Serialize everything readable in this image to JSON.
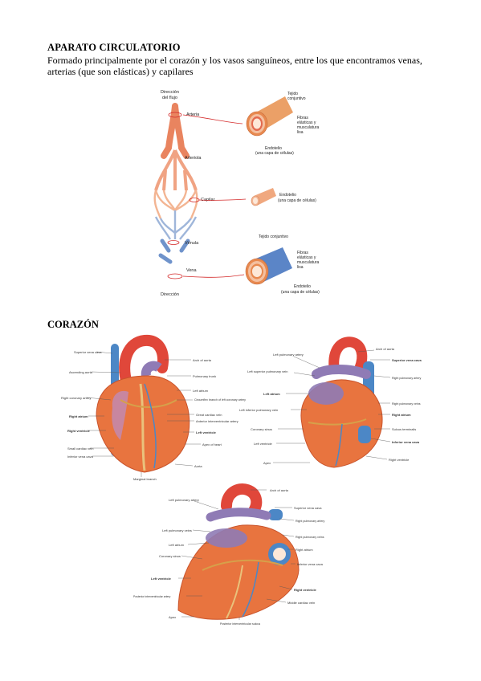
{
  "section1": {
    "title": "APARATO CIRCULATORIO",
    "intro": "Formado principalmente por el corazón y los vasos sanguíneos, entre los que encontramos venas, arterias (que son elásticas) y capilares"
  },
  "vessels_figure": {
    "flow_label_1": "Dirección",
    "flow_label_2": "del flujo",
    "arteria": "Arteria",
    "arteriola": "Arteriola",
    "capilar": "Capilar",
    "venula": "Vénula",
    "vena": "Vena",
    "direccion": "Dirección",
    "artery_tejido_1": "Tejido",
    "artery_tejido_2": "conjuntivo",
    "artery_fibras_1": "Fibras",
    "artery_fibras_2": "elásticas y",
    "artery_fibras_3": "musculatura",
    "artery_fibras_4": "lisa",
    "artery_endo_1": "Endotelio",
    "artery_endo_2": "(una capa de células)",
    "cap_endo_1": "Endotelio",
    "cap_endo_2": "(una capa de células)",
    "vein_tejido": "Tejido conjuntivo",
    "vein_fibras_1": "Fibras",
    "vein_fibras_2": "elásticas y",
    "vein_fibras_3": "musculatura",
    "vein_fibras_4": "lisa",
    "vein_endo_1": "Endotelio",
    "vein_endo_2": "(una capa de células)"
  },
  "section2": {
    "title": "CORAZÓN"
  },
  "heart_front": {
    "l1": "Superior vena cava",
    "l2": "Ascending aorta",
    "l3": "Right coronary artery",
    "l4": "Right atrium",
    "l5": "Right ventricle",
    "l6": "Small cardiac vein",
    "l7": "Inferior vena cava",
    "r1": "Arch of aorta",
    "r2": "Pulmonary trunk",
    "r3": "Left atrium",
    "r4": "Circumflex branch of left coronary artery",
    "r5": "Great cardiac vein",
    "r6": "Anterior interventricular artery",
    "r7": "Left ventricle",
    "r8": "Apex of heart",
    "r9": "Aorta",
    "bottom": "Marginal branch"
  },
  "heart_back": {
    "l1": "Left pulmonary artery",
    "l2": "Left superior pulmonary vein",
    "l3": "Left atrium",
    "l4": "Left inferior pulmonary vein",
    "l5": "Coronary sinus",
    "l6": "Left ventricle",
    "l7": "Apex",
    "r1": "Arch of aorta",
    "r2": "Superior vena cava",
    "r3": "Right pulmonary artery",
    "r4": "Right pulmonary veins",
    "r5": "Right atrium",
    "r6": "Sulcus terminalis",
    "r7": "Inferior vena cava",
    "r8": "Right ventricle"
  },
  "heart_bottom": {
    "t1": "Arch of aorta",
    "l1": "Left pulmonary artery",
    "l2": "Left pulmonary veins",
    "l3": "Left atrium",
    "l4": "Coronary sinus",
    "l5": "Left ventricle",
    "l6": "Posterior interventricular artery",
    "l7": "Apex",
    "r1": "Superior vena cava",
    "r2": "Right pulmonary artery",
    "r3": "Right pulmonary veins",
    "r4": "Right atrium",
    "r5": "Inferior vena cava",
    "r6": "Right ventricle",
    "r7": "Middle cardiac vein",
    "b1": "Posterior interventricular sulcus"
  },
  "colors": {
    "artery": "#e0473a",
    "artery_light": "#f29a7f",
    "capillary": "#f3b593",
    "vein": "#7f9fd0",
    "vein_blue": "#4c87c6",
    "heart": "#e8743f",
    "heart_dark": "#c9542c",
    "vein_purple": "#8f7bb5",
    "leader": "#d42b2b"
  }
}
